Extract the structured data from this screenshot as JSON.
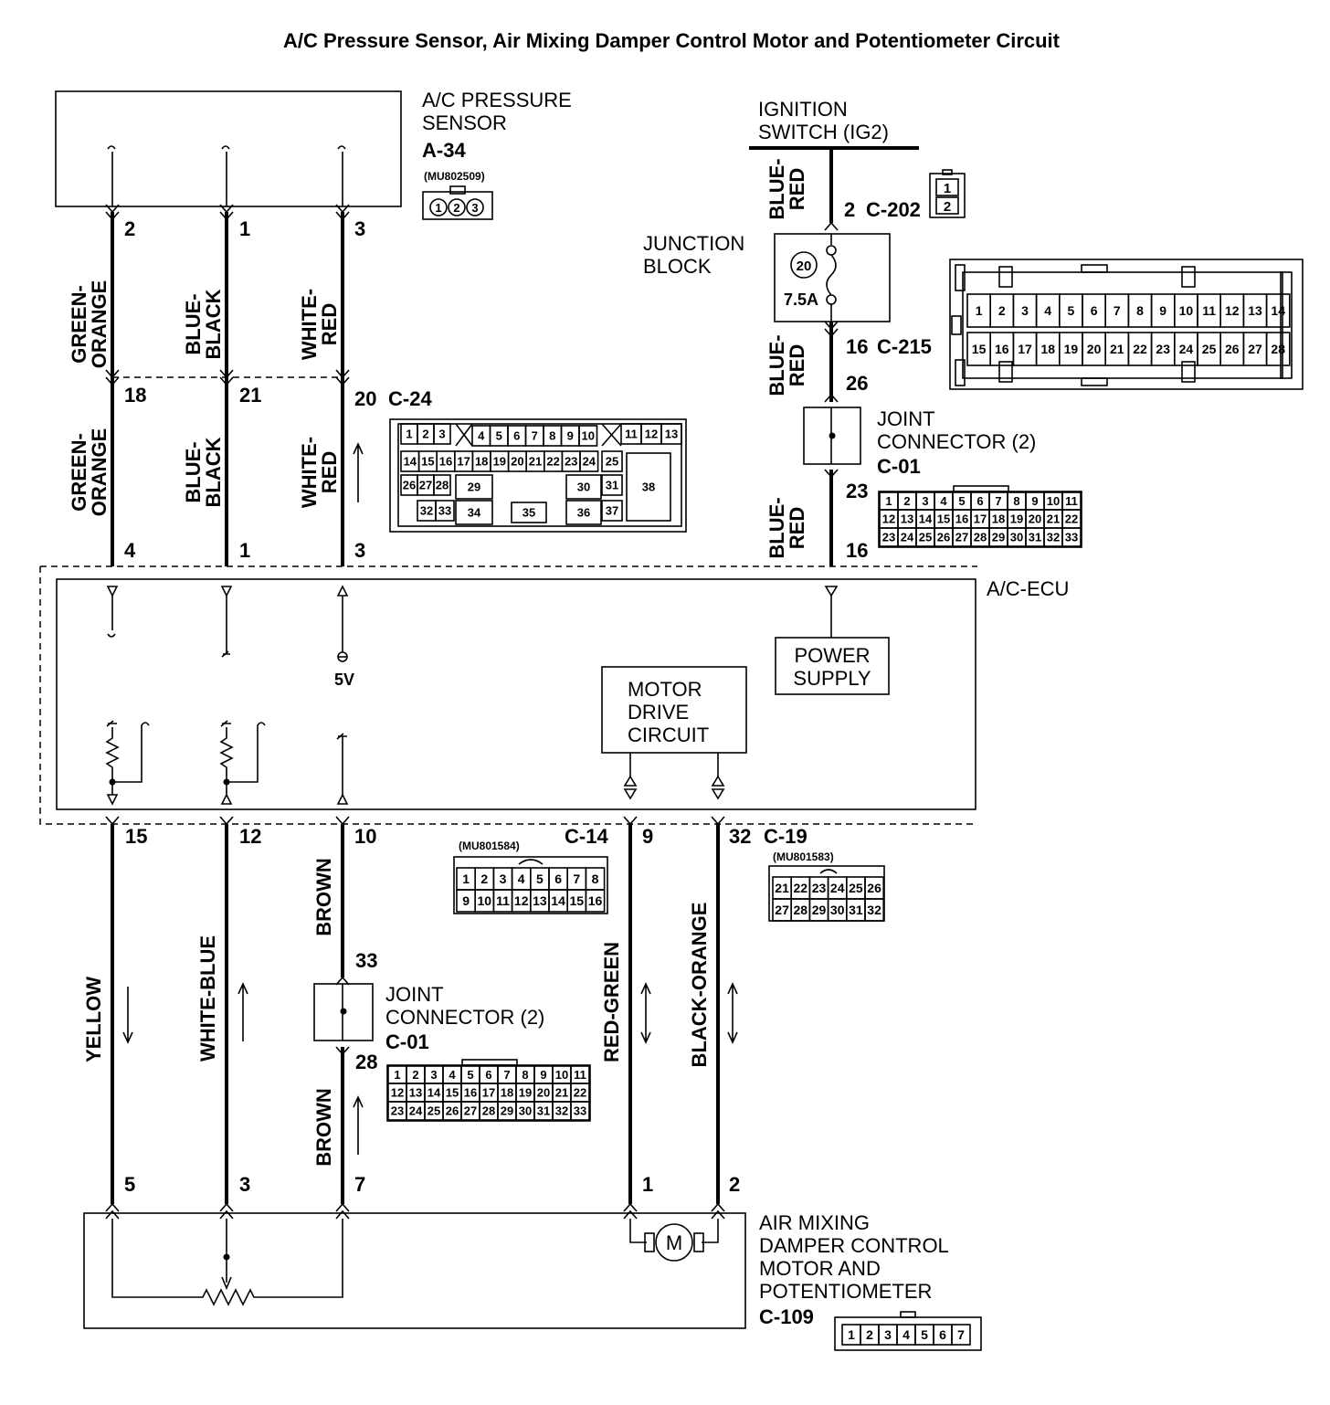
{
  "title": "A/C Pressure Sensor, Air Mixing Damper Control Motor and Potentiometer Circuit",
  "components": {
    "pressure_sensor": {
      "name_line1": "A/C PRESSURE",
      "name_line2": "SENSOR",
      "code": "A-34",
      "part": "(MU802509)",
      "pins": [
        "1",
        "2",
        "3"
      ]
    },
    "ignition": {
      "line1": "IGNITION",
      "line2": "SWITCH (IG2)"
    },
    "junction_block": {
      "line1": "JUNCTION",
      "line2": "BLOCK",
      "fuse_no": "20",
      "fuse_rating": "7.5A"
    },
    "joint_connector_upper": {
      "line1": "JOINT",
      "line2": "CONNECTOR (2)",
      "code": "C-01"
    },
    "joint_connector_lower": {
      "line1": "JOINT",
      "line2": "CONNECTOR (2)",
      "code": "C-01"
    },
    "ecu": {
      "name": "A/C-ECU",
      "power_supply_1": "POWER",
      "power_supply_2": "SUPPLY",
      "motor_drive_1": "MOTOR",
      "motor_drive_2": "DRIVE",
      "motor_drive_3": "CIRCUIT",
      "voltage": "5V"
    },
    "actuator": {
      "line1": "AIR MIXING",
      "line2": "DAMPER CONTROL",
      "line3": "MOTOR AND",
      "line4": "POTENTIOMETER",
      "code": "C-109",
      "motor_symbol": "M"
    }
  },
  "connectors": {
    "c202": {
      "code": "C-202",
      "pin": "2",
      "pins": [
        "1",
        "2"
      ]
    },
    "c215": {
      "code": "C-215",
      "pin": "16",
      "row1": [
        "1",
        "2",
        "3",
        "4",
        "5",
        "6",
        "7",
        "8",
        "9",
        "10",
        "11",
        "12",
        "13",
        "14"
      ],
      "row2": [
        "15",
        "16",
        "17",
        "18",
        "19",
        "20",
        "21",
        "22",
        "23",
        "24",
        "25",
        "26",
        "27",
        "28"
      ]
    },
    "c24": {
      "code": "C-24",
      "pins_a": [
        "1",
        "2",
        "3",
        "4",
        "5",
        "6",
        "7",
        "8",
        "9",
        "10",
        "11",
        "12",
        "13"
      ],
      "pins_b": [
        "14",
        "15",
        "16",
        "17",
        "18",
        "19",
        "20",
        "21",
        "22",
        "23",
        "24",
        "25"
      ],
      "pins_c": [
        "26",
        "27",
        "28",
        "29",
        "30",
        "31"
      ],
      "pins_d": [
        "32",
        "33",
        "34",
        "35",
        "36",
        "37",
        "38"
      ]
    },
    "c01": {
      "row1": [
        "1",
        "2",
        "3",
        "4",
        "5",
        "6",
        "7",
        "8",
        "9",
        "10",
        "11"
      ],
      "row2": [
        "12",
        "13",
        "14",
        "15",
        "16",
        "17",
        "18",
        "19",
        "20",
        "21",
        "22"
      ],
      "row3": [
        "23",
        "24",
        "25",
        "26",
        "27",
        "28",
        "29",
        "30",
        "31",
        "32",
        "33"
      ]
    },
    "c14": {
      "code": "C-14",
      "part": "(MU801584)",
      "row1": [
        "1",
        "2",
        "3",
        "4",
        "5",
        "6",
        "7",
        "8"
      ],
      "row2": [
        "9",
        "10",
        "11",
        "12",
        "13",
        "14",
        "15",
        "16"
      ]
    },
    "c19": {
      "code": "C-19",
      "part": "(MU801583)",
      "row1": [
        "21",
        "22",
        "23",
        "24",
        "25",
        "26"
      ],
      "row2": [
        "27",
        "28",
        "29",
        "30",
        "31",
        "32"
      ]
    },
    "c109": {
      "pins": [
        "1",
        "2",
        "3",
        "4",
        "5",
        "6",
        "7"
      ]
    }
  },
  "wires": {
    "green_orange_1": "GREEN-",
    "green_orange_2": "ORANGE",
    "blue_black_1": "BLUE-",
    "blue_black_2": "BLACK",
    "white_red_1": "WHITE-",
    "white_red_2": "RED",
    "blue_red_1": "BLUE-",
    "blue_red_2": "RED",
    "yellow": "YELLOW",
    "white_blue": "WHITE-BLUE",
    "brown": "BROWN",
    "red_green": "RED-GREEN",
    "black_orange": "BLACK-ORANGE"
  },
  "pin_numbers": {
    "sensor": [
      "2",
      "1",
      "3"
    ],
    "c24": [
      "18",
      "21",
      "20"
    ],
    "ecu_top": [
      "4",
      "1",
      "3"
    ],
    "ign": [
      "2"
    ],
    "jb_out": [
      "16"
    ],
    "jc_in": [
      "26"
    ],
    "jc_out": [
      "23"
    ],
    "ecu_power": [
      "16"
    ],
    "ecu_bottom": [
      "15",
      "12",
      "10",
      "9",
      "32"
    ],
    "jc2_in": [
      "33"
    ],
    "jc2_out": [
      "28"
    ],
    "act": [
      "5",
      "3",
      "7",
      "1",
      "2"
    ]
  }
}
